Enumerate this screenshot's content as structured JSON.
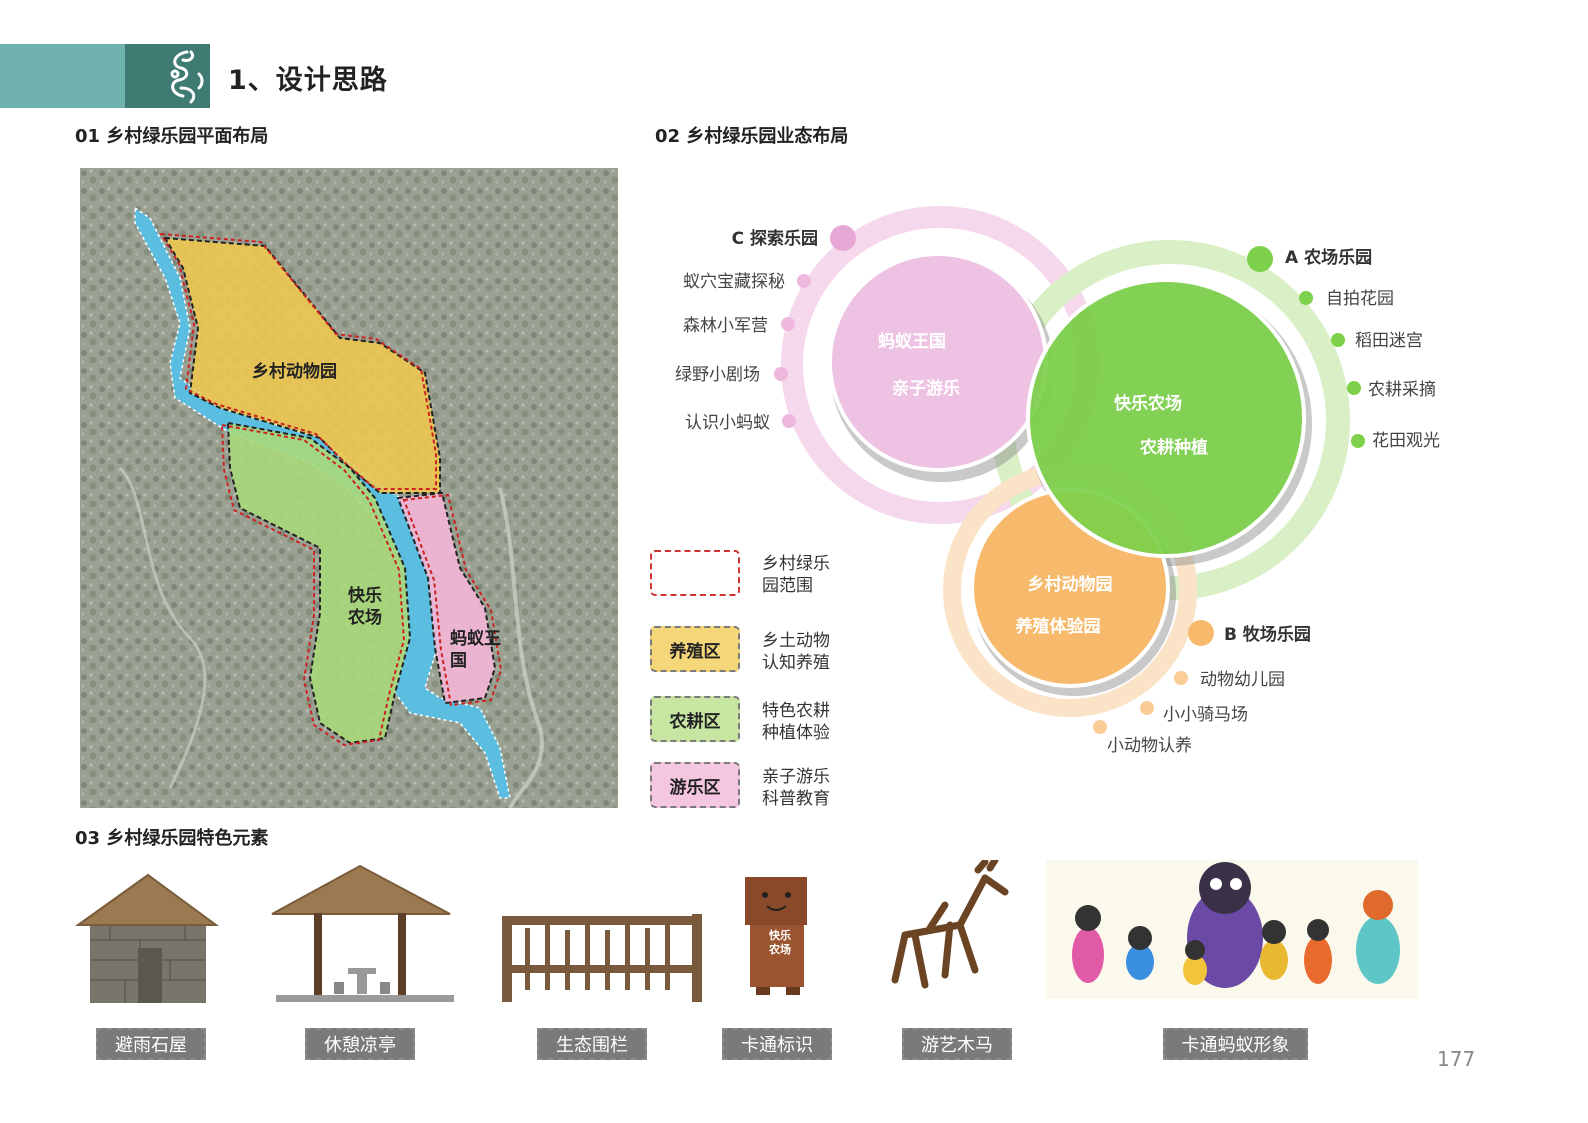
{
  "header": {
    "title": "1、设计思路"
  },
  "sections": {
    "plan": "01 乡村绿乐园平面布局",
    "business": "02 乡村绿乐园业态布局",
    "elements": "03 乡村绿乐园特色元素"
  },
  "map_labels": {
    "animal": "乡村动物园",
    "farm_line1": "快乐",
    "farm_line2": "农场",
    "ant_line1": "蚂蚁王",
    "ant_line2": "国"
  },
  "legend": [
    {
      "box": "",
      "desc1": "乡村绿乐",
      "desc2": "园范围",
      "color": "#ffffff",
      "border": "#cc3333"
    },
    {
      "box": "养殖区",
      "desc1": "乡土动物",
      "desc2": "认知养殖",
      "color": "#f5d77a",
      "border": "#7a7a7a"
    },
    {
      "box": "农耕区",
      "desc1": "特色农耕",
      "desc2": "种植体验",
      "color": "#c6e6a2",
      "border": "#7a7a7a"
    },
    {
      "box": "游乐区",
      "desc1": "亲子游乐",
      "desc2": "科普教育",
      "color": "#f5c6e0",
      "border": "#7a7a7a"
    }
  ],
  "diagram": {
    "pink_circle": {
      "line1": "蚂蚁王国",
      "line2": "亲子游乐",
      "color": "#eaa4d4"
    },
    "green_circle": {
      "line1": "快乐农场",
      "line2": "农耕种植",
      "color": "#7ed24b"
    },
    "orange_circle": {
      "line1": "乡村动物园",
      "line2": "养殖体验园",
      "color": "#f7b868"
    },
    "c_group": {
      "title": "C 探索乐园",
      "items": [
        "蚁穴宝藏探秘",
        "森林小军营",
        "绿野小剧场",
        "认识小蚂蚁"
      ]
    },
    "a_group": {
      "title": "A 农场乐园",
      "items": [
        "自拍花园",
        "稻田迷宫",
        "农耕采摘",
        "花田观光"
      ]
    },
    "b_group": {
      "title": "B 牧场乐园",
      "items": [
        "动物幼儿园",
        "小小骑马场",
        "小动物认养"
      ]
    }
  },
  "elements": [
    "避雨石屋",
    "休憩凉亭",
    "生态围栏",
    "卡通标识",
    "游艺木马",
    "卡通蚂蚁形象"
  ],
  "sign_text": {
    "line1": "快乐",
    "line2": "农场"
  },
  "page_number": "177"
}
